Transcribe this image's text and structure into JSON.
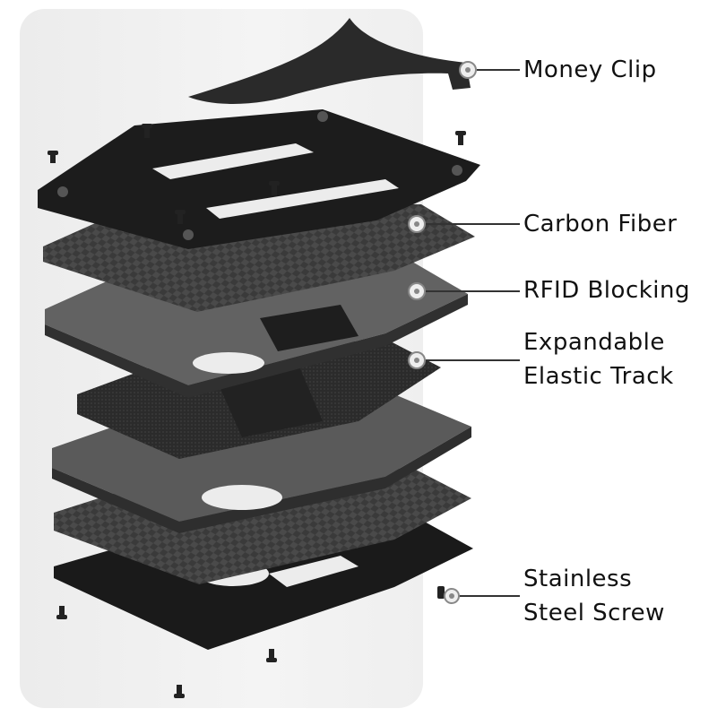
{
  "labels": {
    "money_clip": "Money Clip",
    "carbon_fiber": "Carbon Fiber",
    "rfid_blocking": "RFID Blocking",
    "elastic_line1": "Expandable",
    "elastic_line2": "Elastic Track",
    "screw_line1": "Stainless",
    "screw_line2": "Steel Screw"
  },
  "colors": {
    "metal": "#1c1c1c",
    "carbon": "#4a4a4a",
    "rfid": "#5e5e5e",
    "fabric": "#2a2a2a",
    "callout": "#333333"
  }
}
